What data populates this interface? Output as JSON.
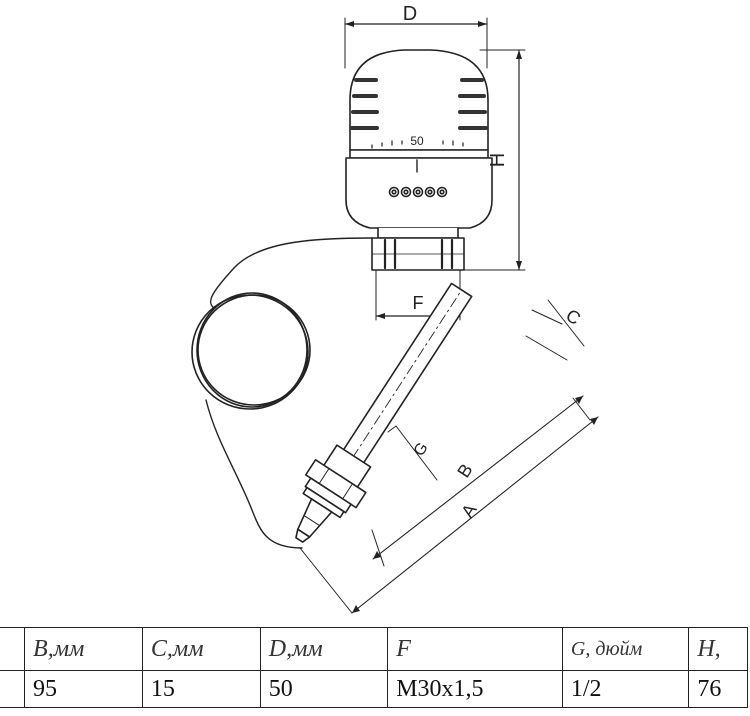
{
  "drawing": {
    "labels": {
      "D": "D",
      "H": "H",
      "F": "F",
      "C": "C",
      "G": "G",
      "B": "B",
      "A": "A"
    },
    "scale_label": "50"
  },
  "table": {
    "headers": {
      "B": "B,мм",
      "C": "C,мм",
      "D": "D,мм",
      "F": "F",
      "G": "G, дюйм",
      "H": "H,"
    },
    "values": {
      "B": "95",
      "C": "15",
      "D": "50",
      "F": "M30x1,5",
      "G": "1/2",
      "H": "76"
    }
  },
  "colors": {
    "line": "#222222",
    "fill": "#ffffff"
  }
}
